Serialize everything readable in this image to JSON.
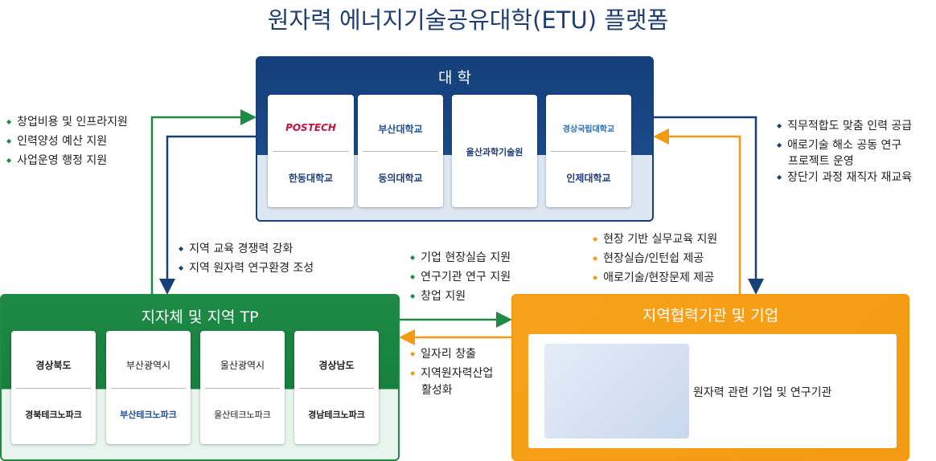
{
  "title": "원자력 에너지기술공유대학(ETU) 플랫폼",
  "university": {
    "header": "대 학",
    "logos": [
      [
        "POSTECH",
        "한동대학교"
      ],
      [
        "부산대학교",
        "동의대학교"
      ],
      [
        "울산과학기술원"
      ],
      [
        "경상국립대학교",
        "인제대학교"
      ]
    ]
  },
  "government": {
    "header": "지자체 및 지역 TP",
    "logos": [
      [
        "경상북도",
        "경북테크노파크"
      ],
      [
        "부산광역시",
        "부산테크노파크"
      ],
      [
        "울산광역시",
        "울산테크노파크"
      ],
      [
        "경상남도",
        "경남테크노파크"
      ]
    ]
  },
  "industry": {
    "header": "지역협력기관 및 기업",
    "label": "원자력 관련 기업 및 연구기관"
  },
  "bullets": {
    "gov_to_uni": [
      "창업비용 및 인프라지원",
      "인력양성 예산 지원",
      "사업운영 행정 지원"
    ],
    "uni_to_ind": [
      "직무적합도 맞춤 인력 공급",
      "애로기술 해소 공동 연구",
      "프로젝트 운영",
      "장단기 과정 재직자 재교육"
    ],
    "uni_to_gov": [
      "지역 교육 경쟁력 강화",
      "지역 원자력 연구환경 조성"
    ],
    "gov_to_ind": [
      "기업 현장실습 지원",
      "연구기관 연구 지원",
      "창업 지원"
    ],
    "ind_to_uni": [
      "현장 기반 실무교육 지원",
      "현장실습/인턴쉽 제공",
      "애로기술/현장문제 제공"
    ],
    "ind_to_gov": [
      "일자리 창출",
      "지역원자력산업",
      "활성화"
    ]
  },
  "colors": {
    "blue": "#173f78",
    "green": "#1e8a44",
    "orange": "#f39a12"
  }
}
